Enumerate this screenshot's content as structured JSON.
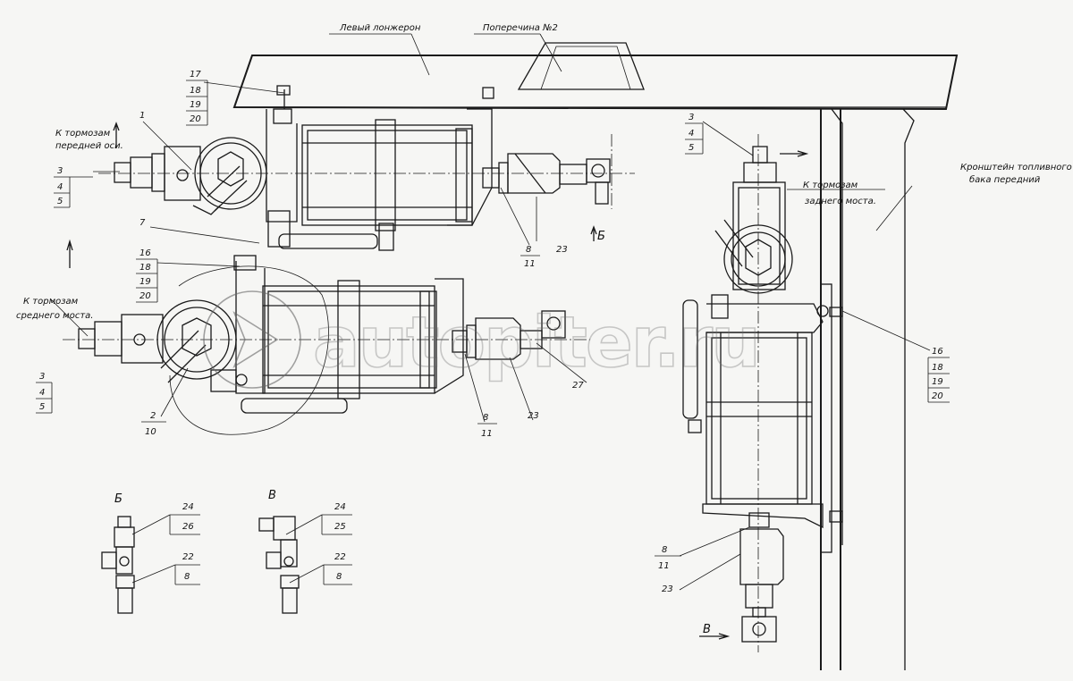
{
  "labels": {
    "left_rail": "Левый лонжерон",
    "crossmember": "Поперечина №2",
    "to_front_axle_1": "К тормозам",
    "to_front_axle_2": "передней оси.",
    "to_mid_axle_1": "К тормозам",
    "to_mid_axle_2": "среднего моста.",
    "to_rear_axle_1": "К тормозам",
    "to_rear_axle_2": "заднего моста.",
    "bracket_1": "Кронштейн топливного",
    "bracket_2": "бака передний"
  },
  "views": {
    "b_marker": "Б",
    "b_title": "Б",
    "v_title": "В",
    "v_marker": "В"
  },
  "callouts": {
    "c17": [
      "17",
      "18",
      "19",
      "20"
    ],
    "c1": "1",
    "c3_top": [
      "3",
      "4",
      "5"
    ],
    "c7": "7",
    "c16_left": [
      "16",
      "18",
      "19",
      "20"
    ],
    "c3_bottom": [
      "3",
      "4",
      "5"
    ],
    "c2": [
      "2",
      "10"
    ],
    "c8_top": [
      "8",
      "11"
    ],
    "c23_top": "23",
    "c8_bottom": [
      "8",
      "11"
    ],
    "c23_bottom": "23",
    "c27": "27",
    "c3_right": [
      "3",
      "4",
      "5"
    ],
    "c16_right": [
      "16",
      "18",
      "19",
      "20"
    ],
    "c8_right": [
      "8",
      "11"
    ],
    "c23_right": "23",
    "vb_top": [
      "24",
      "26"
    ],
    "vb_bottom": [
      "22",
      "8"
    ],
    "vv_top": [
      "24",
      "25"
    ],
    "vv_bottom": [
      "22",
      "8"
    ]
  },
  "watermark": "autopiter.ru"
}
